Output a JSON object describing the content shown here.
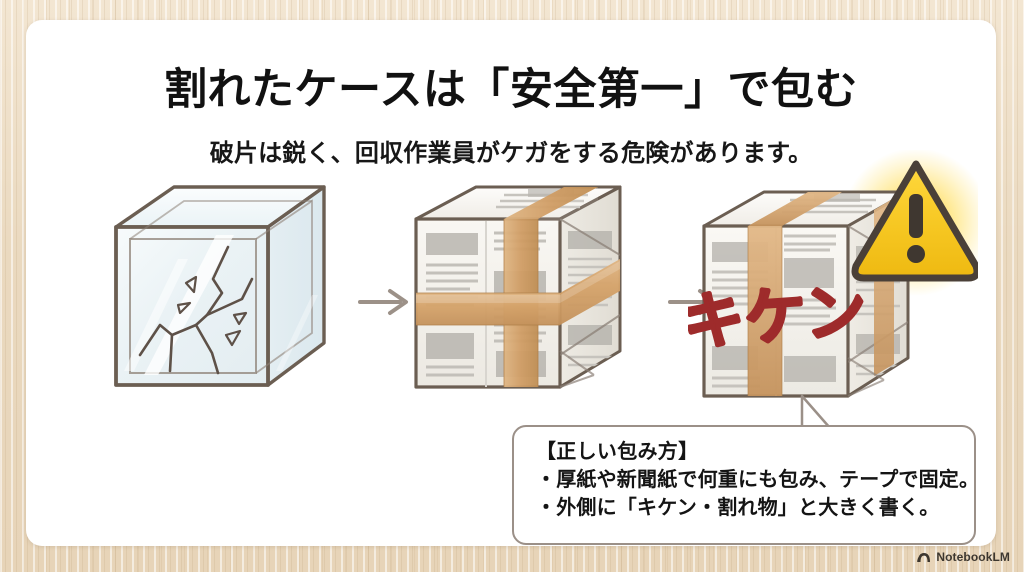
{
  "page": {
    "title": "割れたケースは「安全第一」で包む",
    "subtitle": "破片は鋭く、回収作業員がケガをする危険があります。"
  },
  "colors": {
    "wood_background": "#ecdcc4",
    "card_background": "#ffffff",
    "title_text": "#111111",
    "outline_brown": "#6b5e52",
    "glass_tint": "#eef4f6",
    "tape_tan": "#d9a96f",
    "tape_tan_dark": "#c08f55",
    "newspaper_white": "#f4f2ed",
    "newsprint_gray": "#a9a6a1",
    "warning_yellow": "#f6c722",
    "warning_border": "#4a4038",
    "danger_red": "#9e2b2b",
    "arrow_gray": "#9c9188",
    "callout_border": "#9b9088"
  },
  "steps": [
    {
      "id": "cracked-case",
      "name": "cracked-acrylic-case",
      "alt": "ひび割れた透明ケース"
    },
    {
      "id": "wrapped-package",
      "name": "newspaper-wrapped-package",
      "alt": "新聞紙で包みテープで固定した荷物"
    },
    {
      "id": "labeled-package",
      "name": "danger-labeled-package",
      "alt": "キケンと大きく書かれた荷物と警告マーク",
      "label_text": "キケン"
    }
  ],
  "arrows": [
    {
      "name": "arrow-step-1-to-2"
    },
    {
      "name": "arrow-step-2-to-3"
    }
  ],
  "callout": {
    "heading": "【正しい包み方】",
    "lines": [
      "・厚紙や新聞紙で何重にも包み、テープで固定。",
      "・外側に「キケン・割れ物」と大きく書く。"
    ]
  },
  "watermark": {
    "icon": "notebooklm-icon",
    "label": "NotebookLM"
  }
}
